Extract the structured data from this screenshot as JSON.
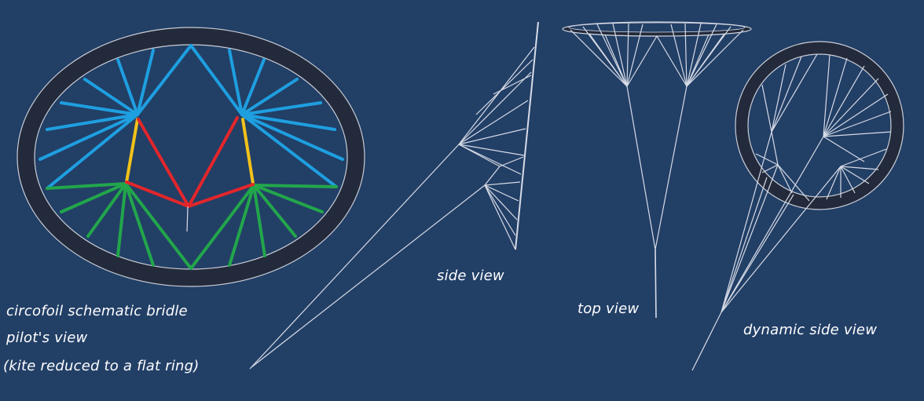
{
  "captions": {
    "pilot_line1": "circofoil schematic bridle",
    "pilot_line2": "pilot's view",
    "pilot_line3": "(kite reduced to a flat ring)",
    "side_view": "side view",
    "top_view": "top view",
    "dynamic_side_view": "dynamic side view"
  },
  "colors": {
    "background": "#223f66",
    "ring": "#232a3b",
    "ring_edge": "#c9cdd6",
    "upper_bridle": "#1e9fe0",
    "lower_bridle": "#22a64b",
    "center_lines": "#e3262b",
    "vertical_links": "#f2c21a",
    "wire_lines": "#d7dbe6"
  }
}
